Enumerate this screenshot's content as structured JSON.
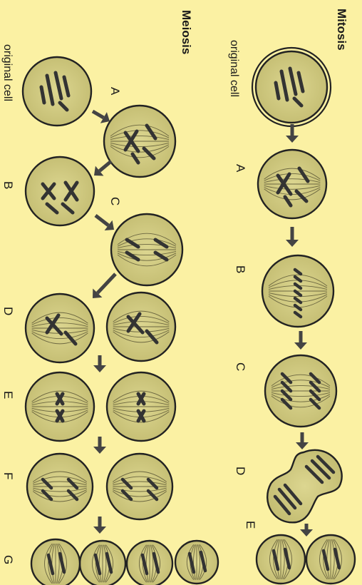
{
  "mitosis": {
    "title": "Mitosis",
    "original_label": "original cell",
    "stages": [
      "A",
      "B",
      "C",
      "D",
      "E"
    ]
  },
  "meiosis": {
    "title": "Meiosis",
    "original_label": "original cell",
    "stages": [
      "A",
      "B",
      "C",
      "D",
      "E",
      "F",
      "G"
    ]
  },
  "colors": {
    "background": "#fbf1a3",
    "cell_fill": "#d2cc86",
    "cell_outline": "#222222",
    "chromosome": "#333333",
    "arrow": "#444444"
  }
}
